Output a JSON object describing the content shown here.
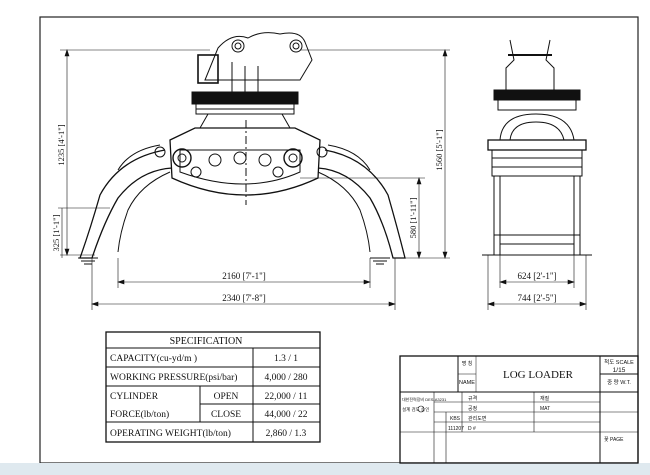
{
  "drawing": {
    "dimensions": {
      "height_top": "1235 [4'-1\"]",
      "height_total": "1560 [5'-1\"]",
      "height_low": "325 [1'-1\"]",
      "height_mid": "580 [1'-11\"]",
      "width_inner": "2160 [7'-1\"]",
      "width_outer": "2340 [7'-8\"]",
      "side_inner": "624 [2'-1\"]",
      "side_outer": "744 [2'-5\"]"
    }
  },
  "spec": {
    "title": "SPECIFICATION",
    "rows": [
      {
        "label": "CAPACITY(cu-yd/m )",
        "sub": "",
        "value": "1.3 / 1"
      },
      {
        "label": "WORKING PRESSURE(psi/bar)",
        "sub": "",
        "value": "4,000 / 280"
      },
      {
        "label": "CYLINDER",
        "sub": "OPEN",
        "value": "22,000 / 11"
      },
      {
        "label": "FORCE(lb/ton)",
        "sub": "CLOSE",
        "value": "44,000 / 22"
      },
      {
        "label": "OPERATING WEIGHT(lb/ton)",
        "sub": "",
        "value": "2,860 / 1.3"
      }
    ]
  },
  "title_block": {
    "name_kr": "명 칭",
    "name_label": "NAME",
    "name_value": "LOG LOADER",
    "scale_label": "척도 SCALE",
    "scale_value": "1/15",
    "weight_label": "중 량 W.T.",
    "code_label": "규격",
    "material_kr": "재질",
    "material_label": "MAT",
    "treatment_label": "공정",
    "page_label": "꽃 PAGE",
    "company_line": "대한전력장비 DES-A3231",
    "stamp_line": "설계 검도 승인",
    "kbs": "KBS",
    "part_kr": "관리도면",
    "date_code": "111207",
    "dwg_no": "D #"
  }
}
